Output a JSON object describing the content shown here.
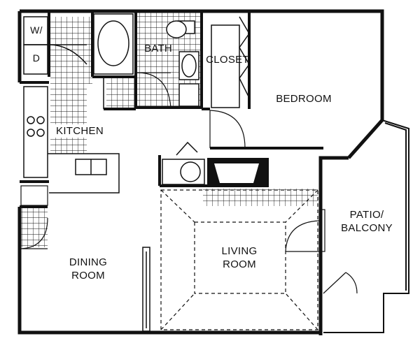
{
  "rooms": {
    "washer_dryer_top": "W/",
    "washer_dryer_bottom": "D",
    "bath": "BATH",
    "closet": "CLOSET",
    "bedroom": "BEDROOM",
    "kitchen": "KITCHEN",
    "patio_line1": "PATIO/",
    "patio_line2": "BALCONY",
    "dining_line1": "DINING",
    "dining_line2": "ROOM",
    "living_line1": "LIVING",
    "living_line2": "ROOM"
  }
}
